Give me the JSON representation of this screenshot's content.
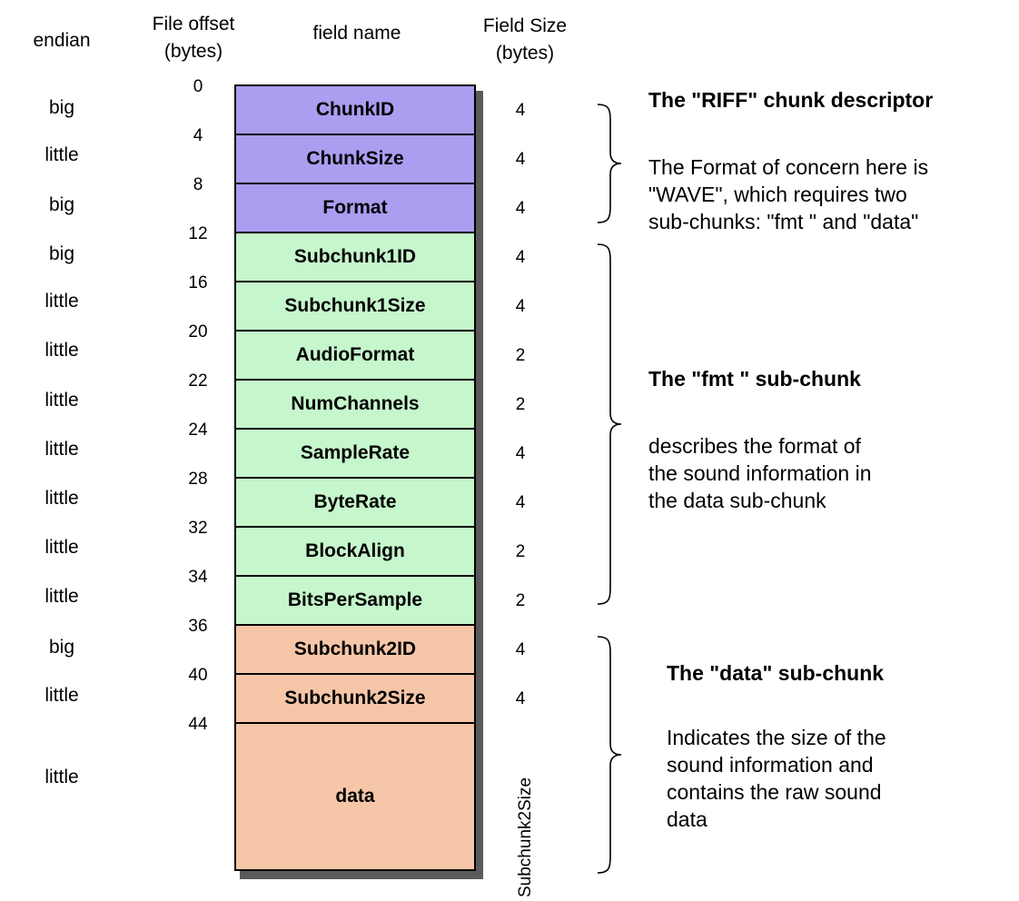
{
  "headers": {
    "endian": "endian",
    "offset_line1": "File offset",
    "offset_line2": "(bytes)",
    "field_name": "field name",
    "size_line1": "Field Size",
    "size_line2": "(bytes)"
  },
  "rows": [
    {
      "endian": "big",
      "offset": "0",
      "name": "ChunkID",
      "size": "4"
    },
    {
      "endian": "little",
      "offset": "4",
      "name": "ChunkSize",
      "size": "4"
    },
    {
      "endian": "big",
      "offset": "8",
      "name": "Format",
      "size": "4"
    },
    {
      "endian": "big",
      "offset": "12",
      "name": "Subchunk1ID",
      "size": "4"
    },
    {
      "endian": "little",
      "offset": "16",
      "name": "Subchunk1Size",
      "size": "4"
    },
    {
      "endian": "little",
      "offset": "20",
      "name": "AudioFormat",
      "size": "2"
    },
    {
      "endian": "little",
      "offset": "22",
      "name": "NumChannels",
      "size": "2"
    },
    {
      "endian": "little",
      "offset": "24",
      "name": "SampleRate",
      "size": "4"
    },
    {
      "endian": "little",
      "offset": "28",
      "name": "ByteRate",
      "size": "4"
    },
    {
      "endian": "little",
      "offset": "32",
      "name": "BlockAlign",
      "size": "2"
    },
    {
      "endian": "little",
      "offset": "34",
      "name": "BitsPerSample",
      "size": "2"
    },
    {
      "endian": "big",
      "offset": "36",
      "name": "Subchunk2ID",
      "size": "4"
    },
    {
      "endian": "little",
      "offset": "40",
      "name": "Subchunk2Size",
      "size": "4"
    },
    {
      "endian": "little",
      "offset": "44",
      "name": "data",
      "size": "Subchunk2Size"
    }
  ],
  "sections": {
    "riff": {
      "title": "The \"RIFF\" chunk descriptor",
      "desc": [
        "The Format of concern here is",
        "\"WAVE\", which requires two",
        "sub-chunks: \"fmt \" and \"data\""
      ]
    },
    "fmt": {
      "title": "The \"fmt \" sub-chunk",
      "desc": [
        "describes the format of",
        "the sound information in",
        "the data sub-chunk"
      ]
    },
    "data": {
      "title": "The \"data\" sub-chunk",
      "desc": [
        "Indicates the size of the",
        "sound information and",
        "contains the raw sound",
        "data"
      ]
    }
  },
  "colors": {
    "riff_fill": "#a99ef0",
    "fmt_fill": "#c6f6cc",
    "data_fill": "#f6c6a8",
    "shadow": "#5a5a5a"
  }
}
